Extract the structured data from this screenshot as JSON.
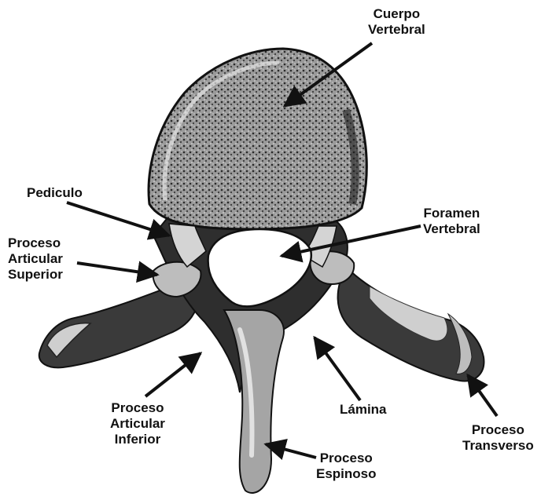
{
  "labels": {
    "cuerpo_vertebral": [
      "Cuerpo",
      "Vertebral"
    ],
    "pediculo": [
      "Pediculo"
    ],
    "foramen_vertebral": [
      "Foramen",
      "Vertebral"
    ],
    "proceso_articular_superior": [
      "Proceso",
      "Articular",
      "Superior"
    ],
    "proceso_articular_inferior": [
      "Proceso",
      "Articular",
      "Inferior"
    ],
    "lamina": [
      "Lámina"
    ],
    "proceso_transverso": [
      "Proceso",
      "Transverso"
    ],
    "proceso_espinoso": [
      "Proceso",
      "Espinoso"
    ]
  },
  "colors": {
    "ink": "#111111",
    "bone_dark": "#2b2b2b",
    "bone_mid": "#8a8a8a",
    "bone_light": "#d9d9d9",
    "background": "#ffffff"
  }
}
